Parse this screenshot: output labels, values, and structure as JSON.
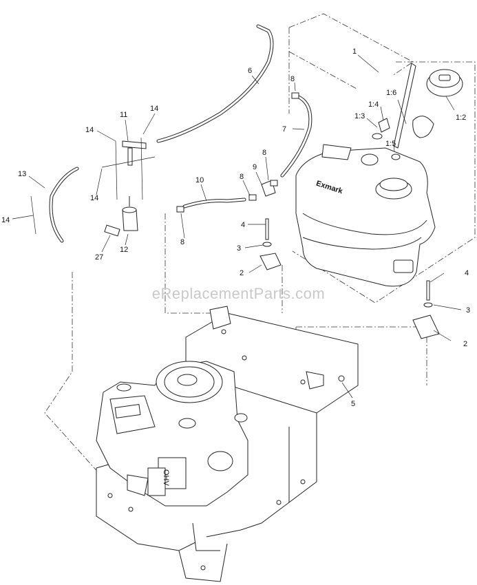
{
  "watermark": "eReplacementParts.com",
  "tank_brand": "Exmark",
  "engine_badge": "OHV",
  "callouts": [
    {
      "id": "c-1",
      "label": "1"
    },
    {
      "id": "c-1-2",
      "label": "1:2"
    },
    {
      "id": "c-1-3",
      "label": "1:3"
    },
    {
      "id": "c-1-4",
      "label": "1:4"
    },
    {
      "id": "c-1-5",
      "label": "1:5"
    },
    {
      "id": "c-1-6",
      "label": "1:6"
    },
    {
      "id": "c-2a",
      "label": "2"
    },
    {
      "id": "c-2b",
      "label": "2"
    },
    {
      "id": "c-3a",
      "label": "3"
    },
    {
      "id": "c-3b",
      "label": "3"
    },
    {
      "id": "c-4a",
      "label": "4"
    },
    {
      "id": "c-4b",
      "label": "4"
    },
    {
      "id": "c-5",
      "label": "5"
    },
    {
      "id": "c-6",
      "label": "6"
    },
    {
      "id": "c-7",
      "label": "7"
    },
    {
      "id": "c-8a",
      "label": "8"
    },
    {
      "id": "c-8b",
      "label": "8"
    },
    {
      "id": "c-8c",
      "label": "8"
    },
    {
      "id": "c-8d",
      "label": "8"
    },
    {
      "id": "c-9",
      "label": "9"
    },
    {
      "id": "c-10",
      "label": "10"
    },
    {
      "id": "c-11",
      "label": "11"
    },
    {
      "id": "c-12",
      "label": "12"
    },
    {
      "id": "c-13",
      "label": "13"
    },
    {
      "id": "c-14a",
      "label": "14"
    },
    {
      "id": "c-14b",
      "label": "14"
    },
    {
      "id": "c-14c",
      "label": "14"
    },
    {
      "id": "c-14d",
      "label": "14"
    },
    {
      "id": "c-27",
      "label": "27"
    }
  ]
}
